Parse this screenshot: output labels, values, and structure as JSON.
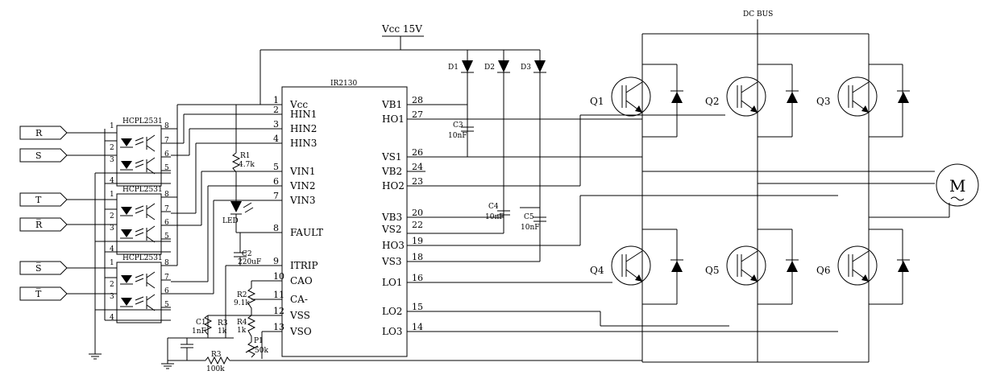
{
  "supply": {
    "vcc": "Vcc 15V",
    "dcbus": "DC BUS"
  },
  "driver": {
    "name": "IR2130",
    "left_pins": [
      {
        "num": "1",
        "label": "Vcc"
      },
      {
        "num": "2",
        "label": "HIN1"
      },
      {
        "num": "3",
        "label": "HIN2"
      },
      {
        "num": "4",
        "label": "HIN3"
      },
      {
        "num": "5",
        "label": "VIN1"
      },
      {
        "num": "6",
        "label": "VIN2"
      },
      {
        "num": "7",
        "label": "VIN3"
      },
      {
        "num": "8",
        "label": "FAULT"
      },
      {
        "num": "9",
        "label": "ITRIP"
      },
      {
        "num": "10",
        "label": "CAO"
      },
      {
        "num": "11",
        "label": "CA-"
      },
      {
        "num": "12",
        "label": "VSS"
      },
      {
        "num": "13",
        "label": "VSO"
      }
    ],
    "right_pins": [
      {
        "num": "28",
        "label": "VB1"
      },
      {
        "num": "27",
        "label": "HO1"
      },
      {
        "num": "26",
        "label": "VS1"
      },
      {
        "num": "24",
        "label": "VB2"
      },
      {
        "num": "23",
        "label": "HO2"
      },
      {
        "num": "20",
        "label": "VB3"
      },
      {
        "num": "22",
        "label": "VS2"
      },
      {
        "num": "19",
        "label": "HO3"
      },
      {
        "num": "18",
        "label": "VS3"
      },
      {
        "num": "16",
        "label": "LO1"
      },
      {
        "num": "15",
        "label": "LO2"
      },
      {
        "num": "14",
        "label": "LO3"
      }
    ]
  },
  "inputs": [
    "R",
    "S",
    "T",
    "R̅",
    "S̅",
    "T̅"
  ],
  "optocouplers": [
    {
      "name": "HCPL2531",
      "pins": [
        "1",
        "2",
        "3",
        "4",
        "8",
        "7",
        "6",
        "5"
      ]
    },
    {
      "name": "HCPL2531",
      "pins": [
        "1",
        "2",
        "3",
        "4",
        "8",
        "7",
        "6",
        "5"
      ]
    },
    {
      "name": "HCPL2531",
      "pins": [
        "1",
        "2",
        "3",
        "4",
        "8",
        "7",
        "6",
        "5"
      ]
    }
  ],
  "diodes": [
    "D1",
    "D2",
    "D3"
  ],
  "capacitors": [
    {
      "ref": "C3",
      "value": "10nF"
    },
    {
      "ref": "C4",
      "value": "10nF"
    },
    {
      "ref": "C5",
      "value": "10nF"
    },
    {
      "ref": "C2",
      "value": "220uF"
    },
    {
      "ref": "C1",
      "value": "1nF"
    }
  ],
  "resistors": [
    {
      "ref": "R1",
      "value": "4.7k"
    },
    {
      "ref": "R2",
      "value": "9.1k"
    },
    {
      "ref": "R3",
      "value": "1k"
    },
    {
      "ref": "R4",
      "value": "1k"
    },
    {
      "ref": "P1",
      "value": "50k"
    },
    {
      "ref": "R3",
      "value": "100k"
    }
  ],
  "led": "LED",
  "transistors": [
    "Q1",
    "Q2",
    "Q3",
    "Q4",
    "Q5",
    "Q6"
  ],
  "motor": "M"
}
